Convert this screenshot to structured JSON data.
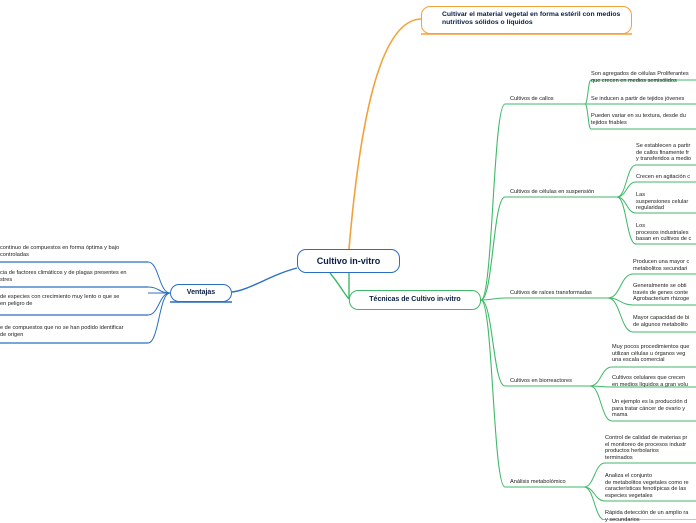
{
  "root": "Cultivo in-vitro",
  "top_node": "Cultivar el material vegetal en forma estéril\ncon medios nutritivos sólidos o líquidos",
  "tecnicas": {
    "title": "Técnicas de Cultivo in-vitro",
    "categories": [
      {
        "label": "Cultivos de callos",
        "items": [
          "Son agregados de células Proliferantes\nque crecen en medios semisólidos",
          "Se inducen a partir de tejidos jóvenes",
          "Pueden variar en su textura, desde du\ntejidos friables"
        ]
      },
      {
        "label": "Cultivos de células en suspensión",
        "items": [
          "Se establecen a partir\nde callos finamente fr\ny transferidos a medio",
          "Crecen en agitación c",
          "Las\nsuspensiones celular\nregularidad",
          "Los\nprocesos industriales\nbasan en cultivos de c"
        ]
      },
      {
        "label": "Cultivos de raíces transformadas",
        "items": [
          "Producen una mayor c\nmetabolitos secundari",
          "Generalmente se obti\ntravés de genes conte\nAgrobacterium rhizoge",
          "Mayor capacidad de bi\nde algunos metabolito"
        ]
      },
      {
        "label": "Cultivos en biorreactores",
        "items": [
          "Muy pocos procedimientos que\nutilizan células u órganos veg\nuna escala comercial",
          "Cultivos celulares que crecen\nen medios líquidos a gran volu",
          "Un ejemplo es la producción d\npara tratar cáncer de ovario y\nmama"
        ]
      },
      {
        "label": "Análisis metabolómico",
        "items": [
          "Control de calidad de materias pr\nel monitoreo de procesos industr\nproductos herbolarios\nterminados",
          "Analiza el conjunto\nde metabolitos vegetales como re\ncaracterísticas fenotípicas de las\nespecies vegetales",
          "Rápida detección de un amplio ra\ny secundarios"
        ]
      }
    ]
  },
  "ventajas": {
    "title": "Ventajas",
    "items": [
      "continuo de compuestos en forma óptima y bajo\ncontroladas",
      "cia de factores climáticos y de plagas presentes en\nstres",
      "de especies con crecimiento muy lento o que se\nen peligro de",
      "e de compuestos que no se han podido identificar\nde origen"
    ]
  },
  "colors": {
    "root": "#2b6fc0",
    "orange": "#f2a23a",
    "green": "#3fb868",
    "blue": "#2b6fc0"
  }
}
